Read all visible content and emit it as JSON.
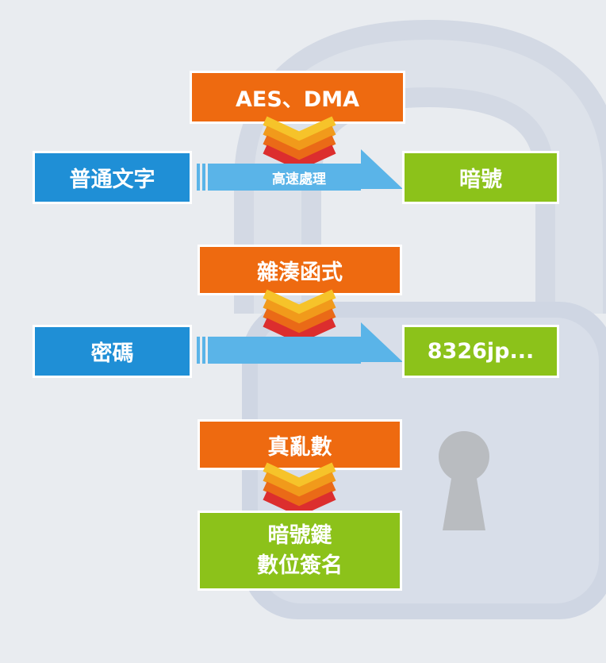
{
  "colors": {
    "orange": "#ee6a10",
    "blue": "#1f8fd6",
    "green": "#8cc21a",
    "arrow": "#5ab4e8",
    "chevron": [
      "#f6c32a",
      "#f19a1b",
      "#ea6a17",
      "#dc2e2e"
    ]
  },
  "background": {
    "icon": "padlock-icon"
  },
  "block1": {
    "top_label": "AES、DMA",
    "input_label": "普通文字",
    "arrow_label": "高速處理",
    "output_label": "暗號"
  },
  "block2": {
    "top_label": "雜湊函式",
    "input_label": "密碼",
    "arrow_label": "",
    "output_label": "8326jp..."
  },
  "block3": {
    "top_label": "真亂數",
    "output_line1": "暗號鍵",
    "output_line2": "數位簽名"
  }
}
